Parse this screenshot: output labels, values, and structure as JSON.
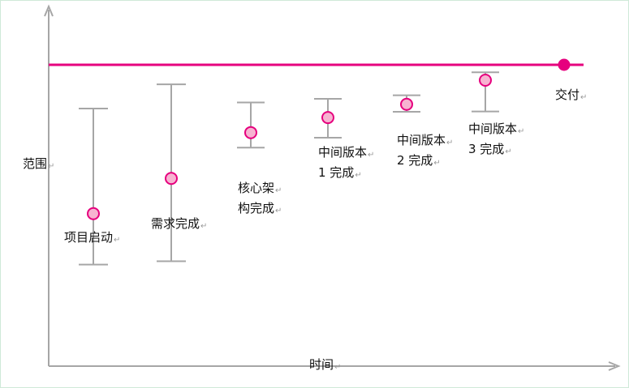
{
  "chart_data": {
    "type": "scatter",
    "title": "",
    "xlabel": "时间",
    "ylabel": "范围",
    "grid": false,
    "legend": "none",
    "target_scope": 100,
    "milestones": [
      {
        "label_lines": [
          "项目启动"
        ],
        "estimate": 50.6,
        "upper": 85.5,
        "lower": 33.7
      },
      {
        "label_lines": [
          "需求完成"
        ],
        "estimate": 62.3,
        "upper": 93.5,
        "lower": 34.8
      },
      {
        "label_lines": [
          "核心架",
          "构完成"
        ],
        "estimate": 77.5,
        "upper": 87.5,
        "lower": 72.5
      },
      {
        "label_lines": [
          "中间版本",
          "1 完成"
        ],
        "estimate": 82.5,
        "upper": 88.7,
        "lower": 75.8
      },
      {
        "label_lines": [
          "中间版本",
          "2 完成"
        ],
        "estimate": 86.9,
        "upper": 89.9,
        "lower": 84.4
      },
      {
        "label_lines": [
          "中间版本",
          "3 完成"
        ],
        "estimate": 94.9,
        "upper": 97.5,
        "lower": 84.5
      },
      {
        "label_lines": [
          "交付"
        ],
        "estimate": 100,
        "upper": 100,
        "lower": 100
      }
    ],
    "colors": {
      "target_line": "#e6007e",
      "marker_fill": "#f7b3d1",
      "marker_stroke": "#e6007e",
      "delivery_marker": "#e6007e",
      "error_bar": "#a6a6a6",
      "axis": "#a6a6a6"
    }
  }
}
